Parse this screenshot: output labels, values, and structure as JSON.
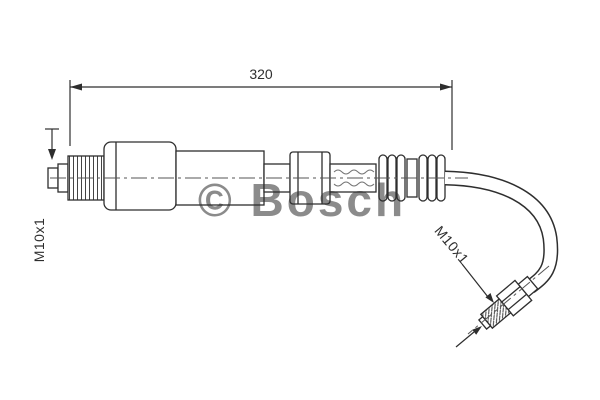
{
  "diagram": {
    "dimension_label": "320",
    "left_thread_label": "M10x1",
    "right_thread_label": "M10x1",
    "watermark_text": "© Bosch",
    "colors": {
      "line": "#2e2e2e",
      "watermark": "#bdbdbd"
    }
  }
}
